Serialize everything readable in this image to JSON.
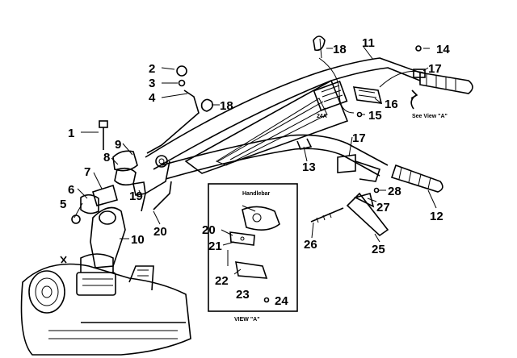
{
  "parts": [
    {
      "id": "p1",
      "label": "1"
    },
    {
      "id": "p2",
      "label": "2"
    },
    {
      "id": "p3",
      "label": "3"
    },
    {
      "id": "p4",
      "label": "4"
    },
    {
      "id": "p5",
      "label": "5"
    },
    {
      "id": "p6",
      "label": "6"
    },
    {
      "id": "p7",
      "label": "7"
    },
    {
      "id": "p8",
      "label": "8"
    },
    {
      "id": "p9",
      "label": "9"
    },
    {
      "id": "p10",
      "label": "10"
    },
    {
      "id": "p11",
      "label": "11"
    },
    {
      "id": "p12",
      "label": "12"
    },
    {
      "id": "p13",
      "label": "13"
    },
    {
      "id": "p14",
      "label": "14"
    },
    {
      "id": "p15",
      "label": "15"
    },
    {
      "id": "p16",
      "label": "16"
    },
    {
      "id": "p17a",
      "label": "17"
    },
    {
      "id": "p17b",
      "label": "17"
    },
    {
      "id": "p18a",
      "label": "18"
    },
    {
      "id": "p18b",
      "label": "18"
    },
    {
      "id": "p19",
      "label": "19"
    },
    {
      "id": "p20a",
      "label": "20"
    },
    {
      "id": "p20b",
      "label": "20"
    },
    {
      "id": "p21",
      "label": "21"
    },
    {
      "id": "p22",
      "label": "22"
    },
    {
      "id": "p23",
      "label": "23"
    },
    {
      "id": "p24a",
      "label": "24"
    },
    {
      "id": "p24b",
      "label": "24A"
    },
    {
      "id": "p25",
      "label": "25"
    },
    {
      "id": "p26",
      "label": "26"
    },
    {
      "id": "p27",
      "label": "27"
    },
    {
      "id": "p28",
      "label": "28"
    }
  ],
  "inset": {
    "title": "VIEW \"A\"",
    "part_label": "Handlebar"
  },
  "callout": "See View \"A\""
}
